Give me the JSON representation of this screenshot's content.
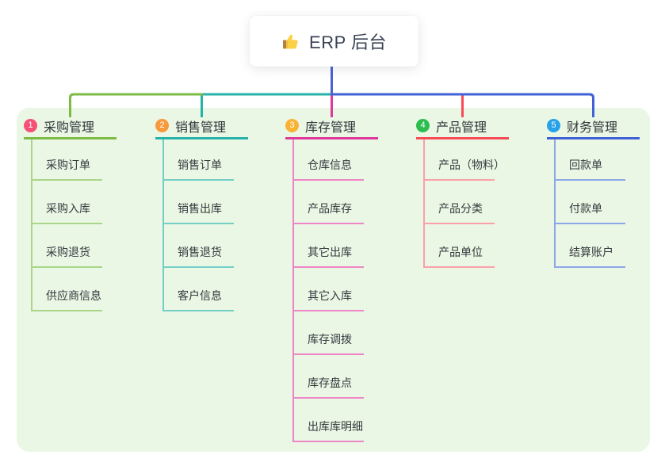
{
  "root": {
    "label": "ERP 后台",
    "icon": "thumbs-up-icon",
    "line_color": "#4a62d4",
    "text_color": "#3b4254"
  },
  "panel": {
    "background": "#eaf7e4"
  },
  "branches": [
    {
      "num": "1",
      "title": "采购管理",
      "badge_color": "#f65077",
      "color": "#7dbb44",
      "light_color": "#a9d688",
      "children": [
        "采购订单",
        "采购入库",
        "采购退货",
        "供应商信息"
      ]
    },
    {
      "num": "2",
      "title": "销售管理",
      "badge_color": "#f8993b",
      "color": "#27b3a9",
      "light_color": "#74cfc7",
      "children": [
        "销售订单",
        "销售出库",
        "销售退货",
        "客户信息"
      ]
    },
    {
      "num": "3",
      "title": "库存管理",
      "badge_color": "#f9b233",
      "color": "#dd3a9b",
      "light_color": "#ee85c6",
      "children": [
        "仓库信息",
        "产品库存",
        "其它出库",
        "其它入库",
        "库存调拨",
        "库存盘点",
        "出库库明细"
      ]
    },
    {
      "num": "4",
      "title": "产品管理",
      "badge_color": "#2cbd4e",
      "color": "#f84b58",
      "light_color": "#fba0aa",
      "children": [
        "产品（物料）",
        "产品分类",
        "产品单位"
      ]
    },
    {
      "num": "5",
      "title": "财务管理",
      "badge_color": "#27a2e9",
      "color": "#4161d6",
      "light_color": "#8ea6e8",
      "children": [
        "回款单",
        "付款单",
        "结算账户"
      ]
    }
  ]
}
